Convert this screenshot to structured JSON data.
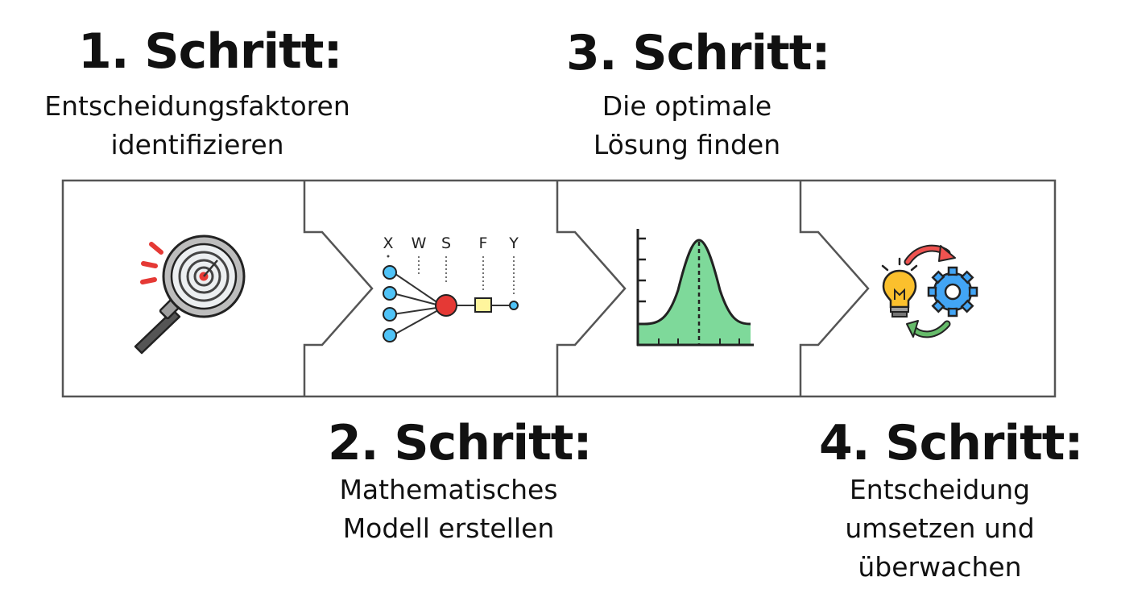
{
  "steps": [
    {
      "title": "1. Schritt:",
      "desc_lines": [
        "Entscheidungsfaktoren",
        "identifizieren"
      ],
      "icon": "magnifier-target-icon"
    },
    {
      "title": "2. Schritt:",
      "desc_lines": [
        "Mathematisches",
        "Modell erstellen"
      ],
      "icon": "model-network-icon"
    },
    {
      "title": "3. Schritt:",
      "desc_lines": [
        "Die optimale",
        "Lösung finden"
      ],
      "icon": "bell-curve-icon"
    },
    {
      "title": "4. Schritt:",
      "desc_lines": [
        "Entscheidung",
        "umsetzen und",
        "überwachen"
      ],
      "icon": "lightbulb-gear-cycle-icon"
    }
  ],
  "model_labels": [
    "X",
    "W",
    "S",
    "F",
    "Y"
  ],
  "colors": {
    "outline": "#555555",
    "text": "#111111",
    "accent_red": "#e53935",
    "node_blue": "#4fc3f7",
    "curve_green": "#7ed99a",
    "bulb_yellow": "#fbc02d",
    "gear_blue": "#42a5f5"
  }
}
